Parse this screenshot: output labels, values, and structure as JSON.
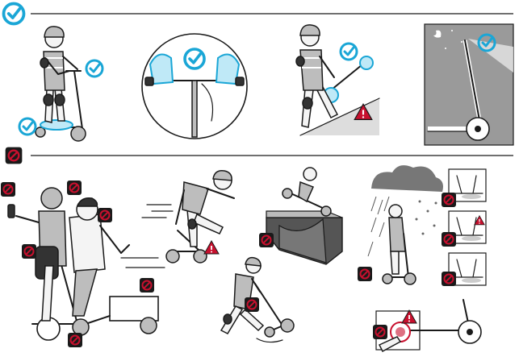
{
  "colors": {
    "ok_blue": "#1aa6d6",
    "ok_blue_light": "#bfe9f7",
    "prohibit_red": "#c8102e",
    "prohibit_bg": "#1a1a1a",
    "warning_red": "#c8102e",
    "ink": "#1a1a1a",
    "night_sky": "#9a9a9a"
  },
  "sections": {
    "allowed": {
      "icon": "checkmark-circle-icon"
    },
    "prohibited": {
      "icon": "prohibited-icon"
    }
  },
  "panels": {
    "allowed": [
      {
        "name": "wear-helmet-and-pads",
        "icons": [
          "checkmark-circle-icon",
          "checkmark-circle-icon"
        ]
      },
      {
        "name": "both-hands-on-handlebar",
        "icons": [
          "checkmark-circle-icon"
        ]
      },
      {
        "name": "walk-scooter-uphill",
        "icons": [
          "checkmark-circle-icon",
          "warning-icon"
        ]
      },
      {
        "name": "use-headlight-at-night",
        "icons": [
          "moon-icon",
          "checkmark-circle-icon"
        ]
      }
    ],
    "prohibited": [
      {
        "name": "no-phone-passenger-trailer",
        "icons": [
          "prohibited-icon"
        ]
      },
      {
        "name": "no-riding-on-one-leg",
        "icons": [
          "warning-icon"
        ]
      },
      {
        "name": "no-stunts-on-ramps",
        "icons": [
          "prohibited-icon"
        ]
      },
      {
        "name": "no-riding-in-bad-weather",
        "icons": [
          "prohibited-icon",
          "warning-icon"
        ]
      },
      {
        "name": "no-kicking-scooter",
        "icons": [
          "prohibited-icon"
        ]
      },
      {
        "name": "no-touching-hot-brake",
        "icons": [
          "prohibited-icon",
          "warning-icon"
        ]
      }
    ]
  }
}
